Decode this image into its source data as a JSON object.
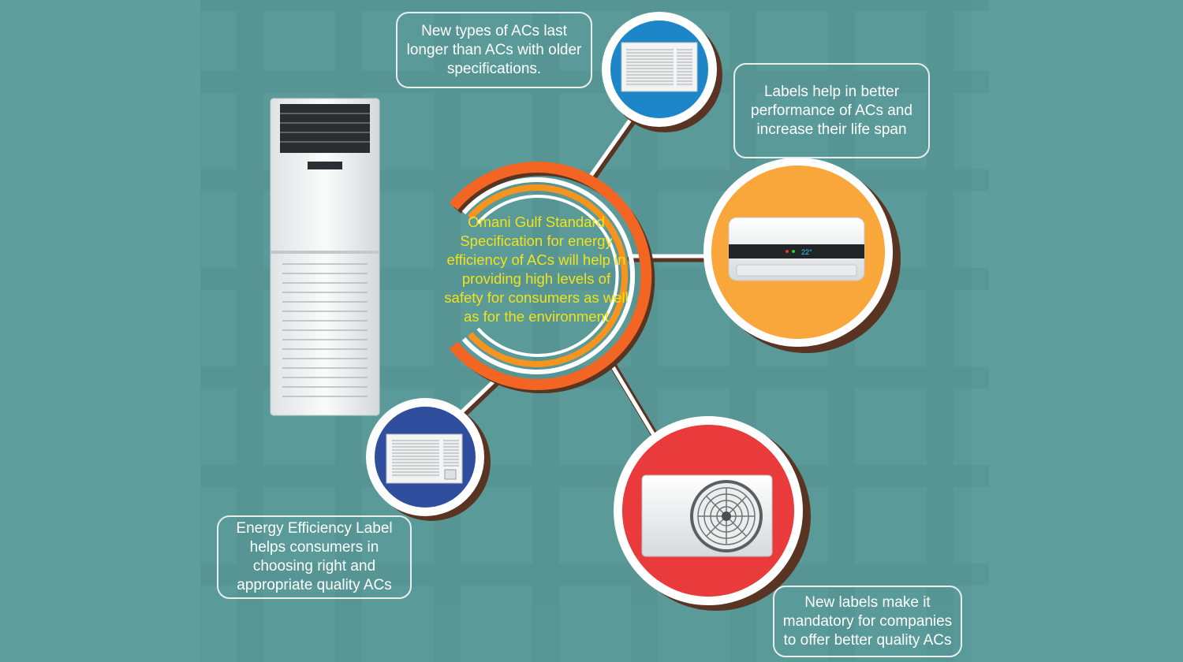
{
  "center": {
    "text": "Omani Gulf Standard Specification for energy efficiency of ACs will help in providing high levels of safety for consumers as well as for the environment"
  },
  "callouts": {
    "top": "New types of ACs last longer than ACs with older specifications.",
    "upper_right": "Labels help in better performance of ACs and increase their life span",
    "bottom_left": "Energy Efficiency Label helps consumers in choosing right and appropriate quality ACs",
    "bottom_right": "New labels make it mandatory for companies to offer better quality ACs"
  },
  "images": {
    "tower_ac": "floor-standing-ac-unit",
    "window_ac_top": "window-ac-unit",
    "split_ac": "wall-split-ac-unit",
    "window_ac_bottom": "window-ac-unit",
    "outdoor_ac": "outdoor-condenser-unit"
  },
  "colors": {
    "background": "#5a9a99",
    "circle_blue": "#1d86c8",
    "circle_orange": "#f9a63a",
    "circle_navy": "#2f4e9e",
    "circle_red": "#e93b3b",
    "ring_dark": "#f26522",
    "ring_light": "#f7941d",
    "center_text": "#f3e21a"
  }
}
